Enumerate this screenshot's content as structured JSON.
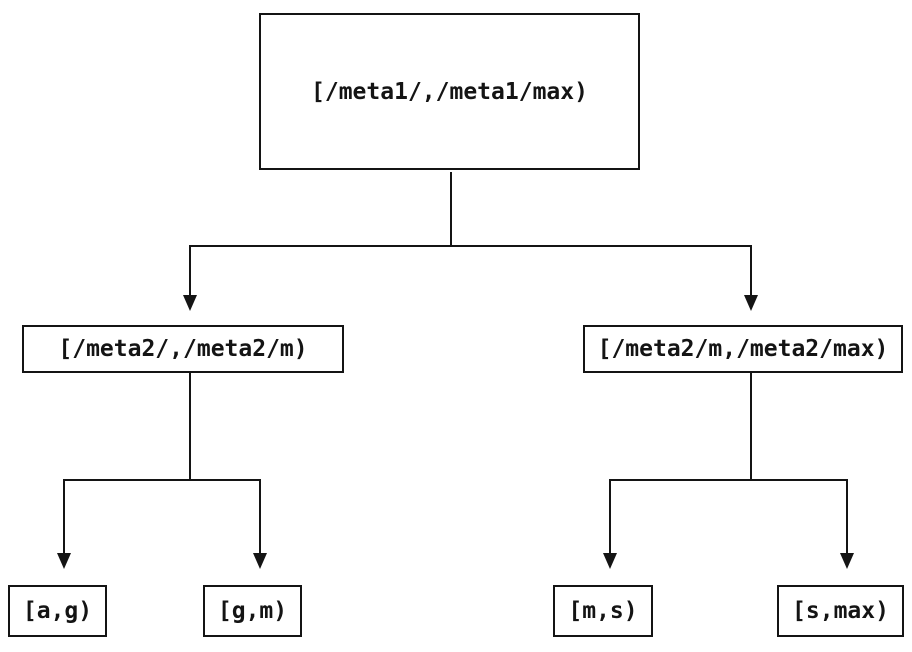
{
  "diagram": {
    "type": "tree",
    "background_color": "#ffffff",
    "line_color": "#141414",
    "nodes": [
      {
        "id": "root",
        "label": "[/meta1/,/meta1/max)",
        "level": 0
      },
      {
        "id": "meta2-left",
        "label": "[/meta2/,/meta2/m)",
        "level": 1
      },
      {
        "id": "meta2-right",
        "label": "[/meta2/m,/meta2/max)",
        "level": 1
      },
      {
        "id": "leaf-ag",
        "label": "[a,g)",
        "level": 2
      },
      {
        "id": "leaf-gm",
        "label": "[g,m)",
        "level": 2
      },
      {
        "id": "leaf-ms",
        "label": "[m,s)",
        "level": 2
      },
      {
        "id": "leaf-smax",
        "label": "[s,max)",
        "level": 2
      }
    ],
    "edges": [
      {
        "from": "root",
        "to": "meta2-left",
        "arrow": "down"
      },
      {
        "from": "root",
        "to": "meta2-right",
        "arrow": "down"
      },
      {
        "from": "meta2-left",
        "to": "leaf-ag",
        "arrow": "down"
      },
      {
        "from": "meta2-left",
        "to": "leaf-gm",
        "arrow": "down"
      },
      {
        "from": "meta2-right",
        "to": "leaf-ms",
        "arrow": "down"
      },
      {
        "from": "meta2-right",
        "to": "leaf-smax",
        "arrow": "down"
      }
    ]
  }
}
